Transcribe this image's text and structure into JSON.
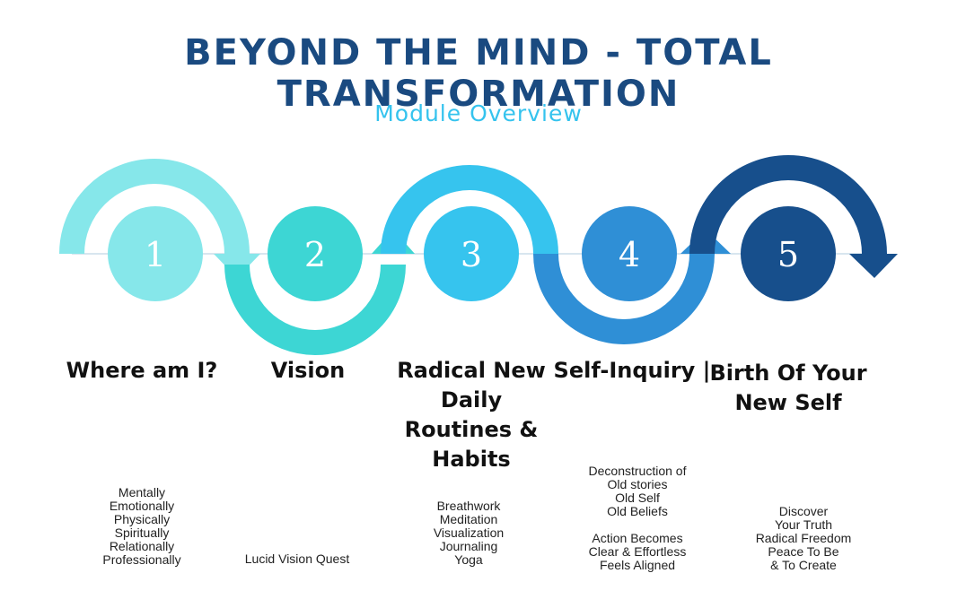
{
  "header": {
    "title": "BEYOND THE MIND - TOTAL TRANSFORMATION",
    "subtitle": "Module Overview"
  },
  "steps": [
    {
      "number": "1",
      "title": "Where am I?",
      "color": "#86e7ea",
      "items": [
        "Mentally",
        "Emotionally",
        "Physically",
        "Spiritually",
        "Relationally",
        "Professionally"
      ]
    },
    {
      "number": "2",
      "title": "Vision",
      "color": "#3dd6d4",
      "items": [
        "Lucid Vision Quest"
      ]
    },
    {
      "number": "3",
      "title": "Radical New Daily Routines & Habits",
      "color": "#36c4ee",
      "items": [
        "Breathwork",
        "Meditation",
        "Visualization",
        "Journaling",
        "Yoga"
      ]
    },
    {
      "number": "4",
      "title": "Self-Inquiry |",
      "color": "#2f8fd6",
      "items": [
        "Deconstruction of",
        "Old stories",
        "Old Self",
        "Old Beliefs",
        "",
        "Action Becomes",
        "Clear & Effortless",
        "Feels Aligned"
      ]
    },
    {
      "number": "5",
      "title": "Birth Of Your New Self",
      "color": "#174f8c",
      "items": [
        "Discover",
        "Your Truth",
        "Radical Freedom",
        "Peace To Be",
        "& To Create"
      ]
    }
  ]
}
